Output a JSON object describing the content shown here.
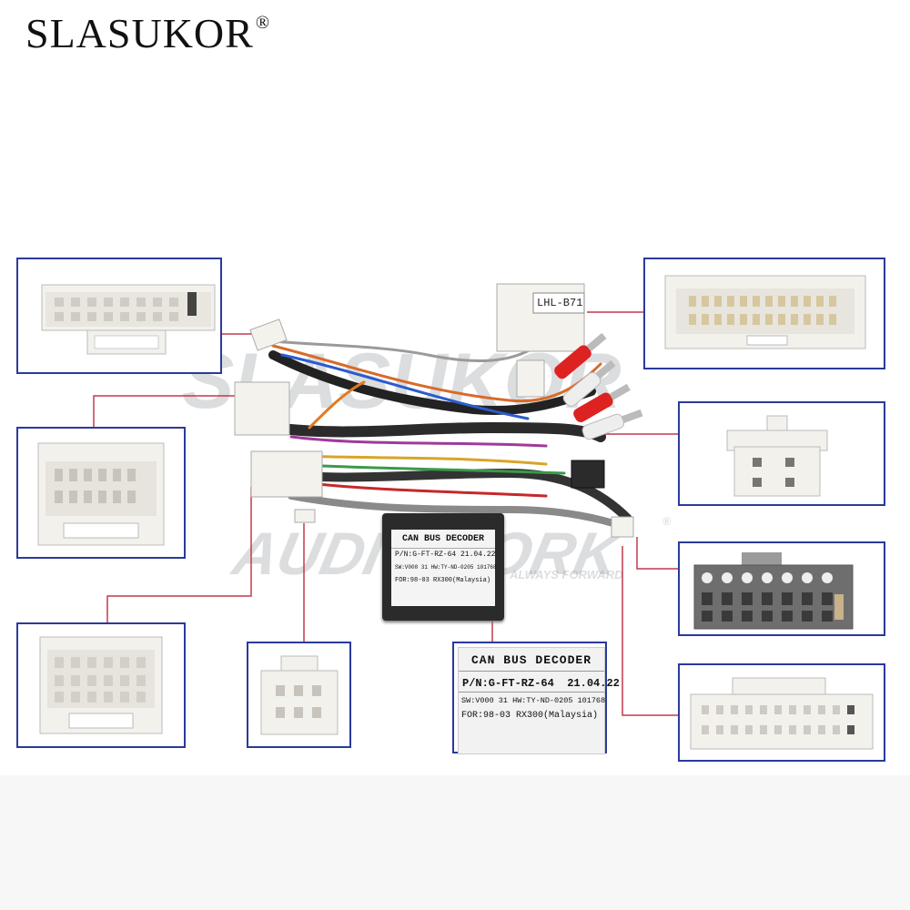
{
  "brand": {
    "name": "SLASUKOR",
    "mark": "®"
  },
  "watermark": {
    "top": "SLASUKOR",
    "middle": "AUDIOWORK",
    "tagline": "ALWAYS FORWARD",
    "mark": "®"
  },
  "harness_tag": "LHL-B71",
  "decoder": {
    "title": "CAN BUS DECODER",
    "part_number": "P/N:G-FT-RZ-64",
    "date": "21.04.22",
    "version": "SW:V000 31 HW:TY-ND-0205 101768",
    "fitment": "FOR:98-03 RX300(Malaysia)"
  },
  "colors": {
    "panel_border": "#2a3a9a",
    "leader_line": "#c23a4a",
    "connector": "#f2f0ec"
  }
}
